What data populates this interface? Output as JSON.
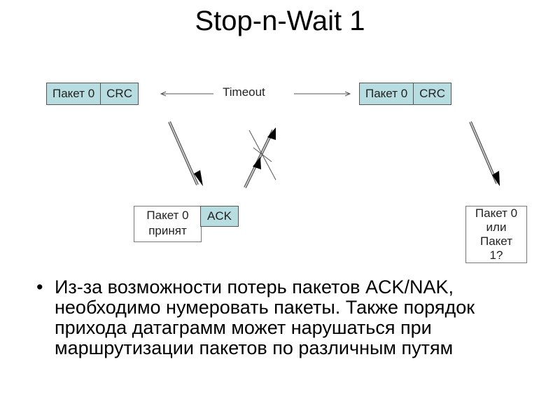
{
  "title": "Stop-n-Wait 1",
  "packet_left": {
    "label": "Пакет 0",
    "crc": "CRC"
  },
  "packet_right": {
    "label": "Пакет 0",
    "crc": "CRC"
  },
  "timeout_label": "Timeout",
  "receiver_box": {
    "line1": "Пакет 0",
    "line2": "принят",
    "ack": "ACK"
  },
  "question_box": {
    "line1": "Пакет 0",
    "line2": "или",
    "line3": "Пакет",
    "line4": "1?"
  },
  "bullet": {
    "symbol": "•",
    "text": "Из-за возможности потерь пакетов ACK/NAK, необходимо нумеровать пакеты. Также порядок прихода датаграмм может нарушаться при маршрутизации пакетов по различным путям"
  },
  "colors": {
    "packet_fill": "#b7dde0"
  }
}
